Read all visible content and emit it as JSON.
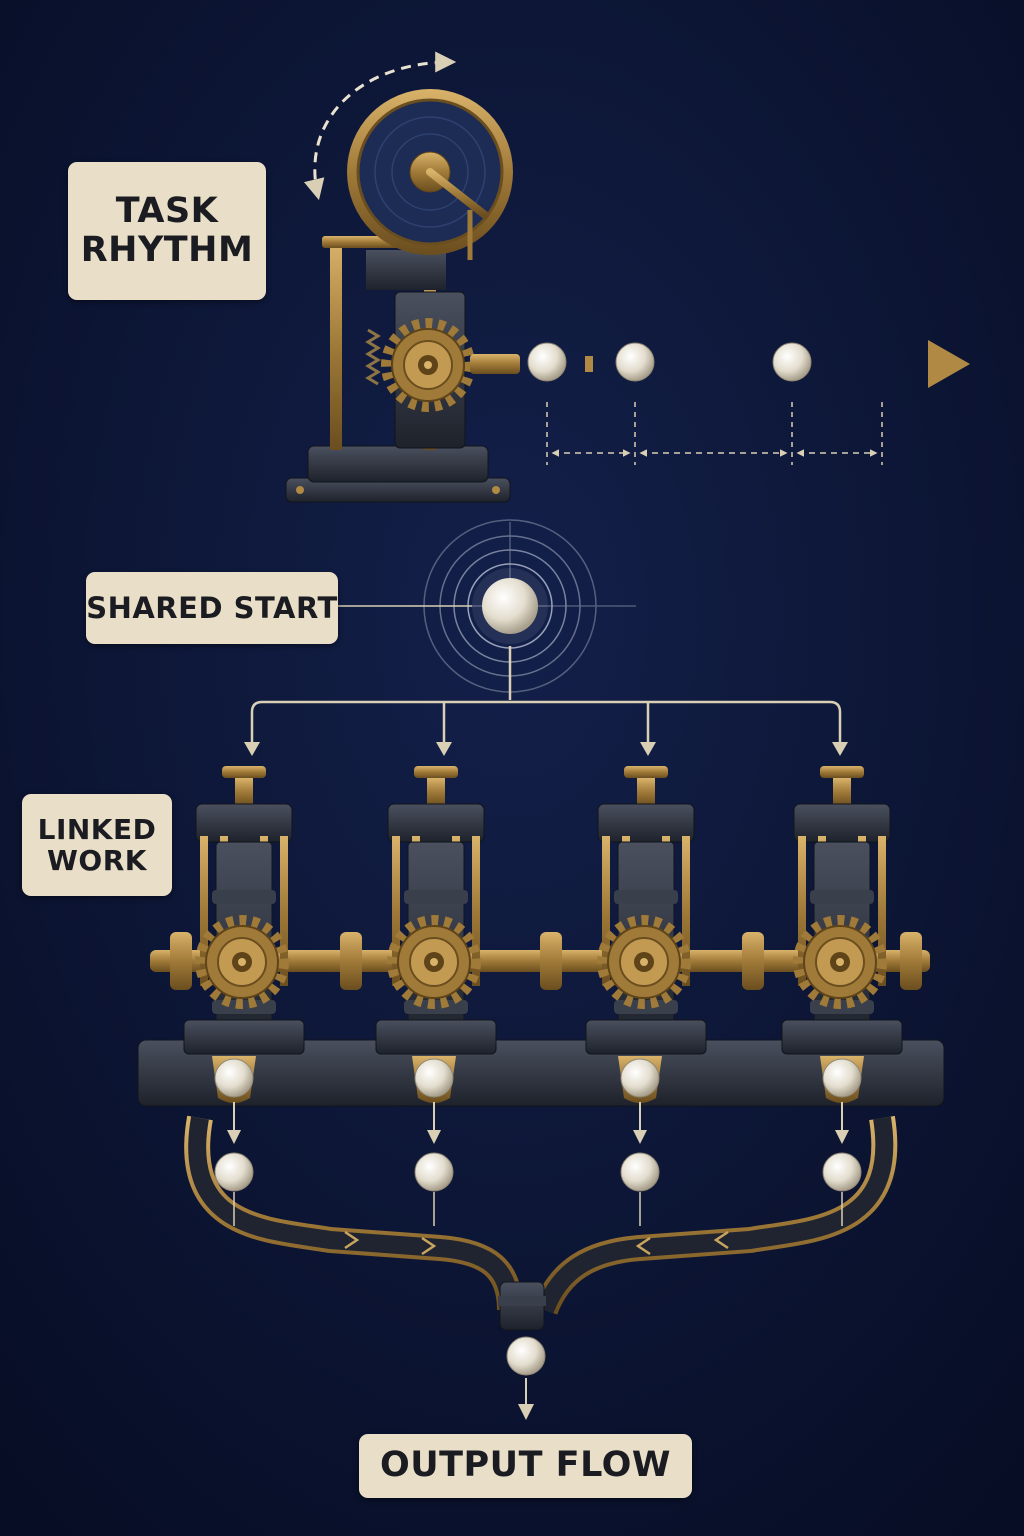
{
  "labels": {
    "task_rhythm": [
      "TASK",
      "RHYTHM"
    ],
    "shared_start": "SHARED START",
    "linked_work": [
      "LINKED",
      "WORK"
    ],
    "output_flow": "OUTPUT FLOW"
  },
  "colors": {
    "background": "#0b1433",
    "label_bg": "#e9dfc8",
    "brass": "#b08a45",
    "iron": "#2e3340",
    "pearl": "#e6e1d4",
    "line": "#d9cfb5"
  },
  "icons": [
    "flywheel-icon",
    "gear-icon",
    "pearl-icon",
    "arrow-icon"
  ]
}
